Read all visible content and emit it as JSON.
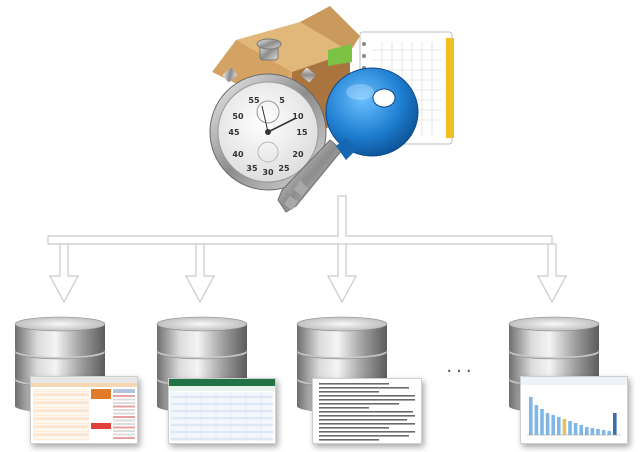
{
  "hero": {
    "stopwatch": {
      "dial_numbers": [
        "55",
        "5",
        "10",
        "50",
        "15",
        "45",
        "20",
        "40",
        "25",
        "35",
        "30"
      ],
      "icon": "stopwatch-icon"
    },
    "box_icon": "cardboard-box-icon",
    "notebook_icon": "notebook-icon",
    "key_icon": "key-icon"
  },
  "separator": "...",
  "databases": [
    {
      "name": "database-1",
      "document": "spreadsheet-orange-thumbnail"
    },
    {
      "name": "database-2",
      "document": "spreadsheet-green-thumbnail"
    },
    {
      "name": "database-3",
      "document": "text-document-thumbnail"
    },
    {
      "name": "database-4",
      "document": "bar-chart-thumbnail"
    }
  ],
  "colors": {
    "arrow_fill": "#ffffff",
    "arrow_stroke": "#c9c9c9",
    "key_blue": "#1f7fd1",
    "box_brown": "#c99a5c",
    "sheet_green": "#217346",
    "sheet_orange": "#e07b2a"
  }
}
